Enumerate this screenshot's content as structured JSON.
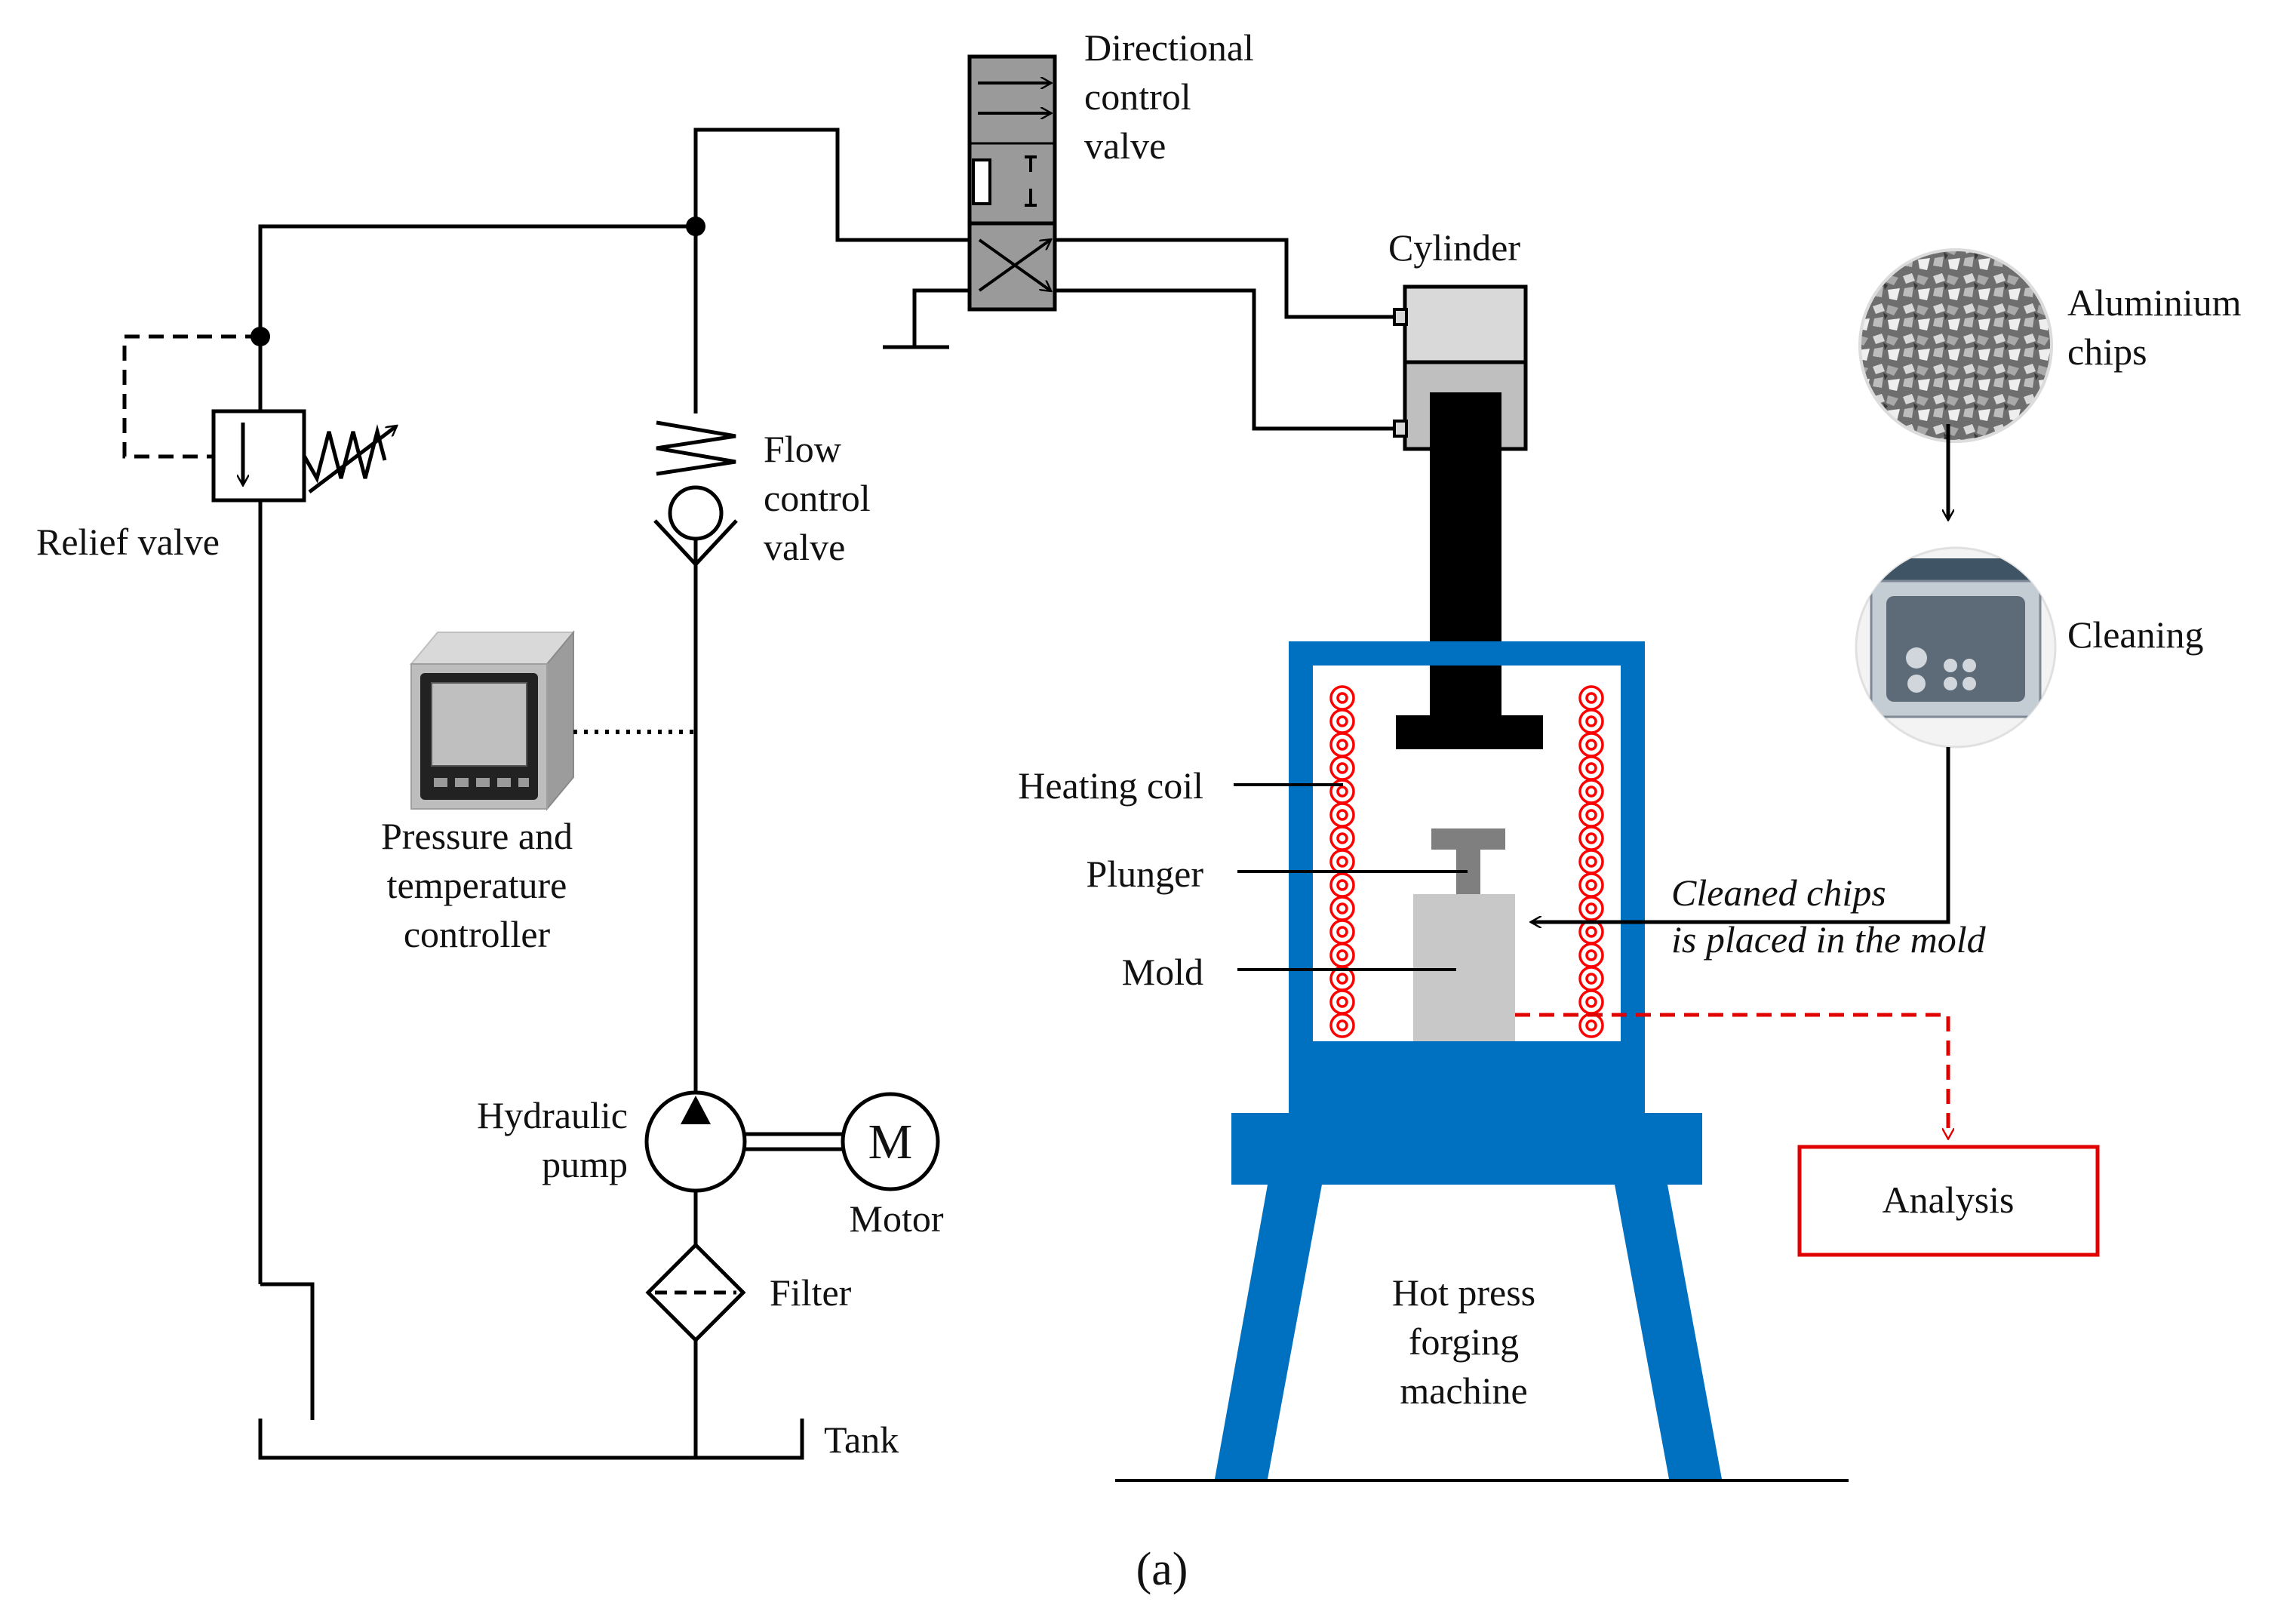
{
  "labels": {
    "directional_control_valve": [
      "Directional",
      "control",
      "valve"
    ],
    "cylinder": "Cylinder",
    "relief_valve": "Relief valve",
    "flow_control_valve": [
      "Flow",
      "control",
      "valve"
    ],
    "pressure_temperature_controller": [
      "Pressure and",
      "temperature",
      "controller"
    ],
    "hydraulic_pump": [
      "Hydraulic",
      "pump"
    ],
    "motor": "Motor",
    "motor_symbol": "M",
    "filter": "Filter",
    "tank": "Tank",
    "heating_coil": "Heating coil",
    "plunger": "Plunger",
    "mold": "Mold",
    "aluminium_chips": [
      "Aluminium",
      "chips"
    ],
    "cleaning": "Cleaning",
    "cleaned_chips_note": [
      "Cleaned chips",
      "is placed in the mold"
    ],
    "analysis": "Analysis",
    "hot_press_forging_machine": [
      "Hot press",
      "forging",
      "machine"
    ],
    "caption": "(a)"
  },
  "colors": {
    "line": "#000000",
    "press_frame": "#0070c0",
    "coil": "#ff0000",
    "analysis": "#e00000",
    "valve_fill": "#9a9a9a",
    "mold_fill": "#c8c8c8",
    "plunger_fill": "#7f7f7f"
  },
  "icons": {
    "controller": "controller-box-icon",
    "chips": "aluminium-chips-photo",
    "cleaner": "ultrasonic-cleaner-icon"
  }
}
